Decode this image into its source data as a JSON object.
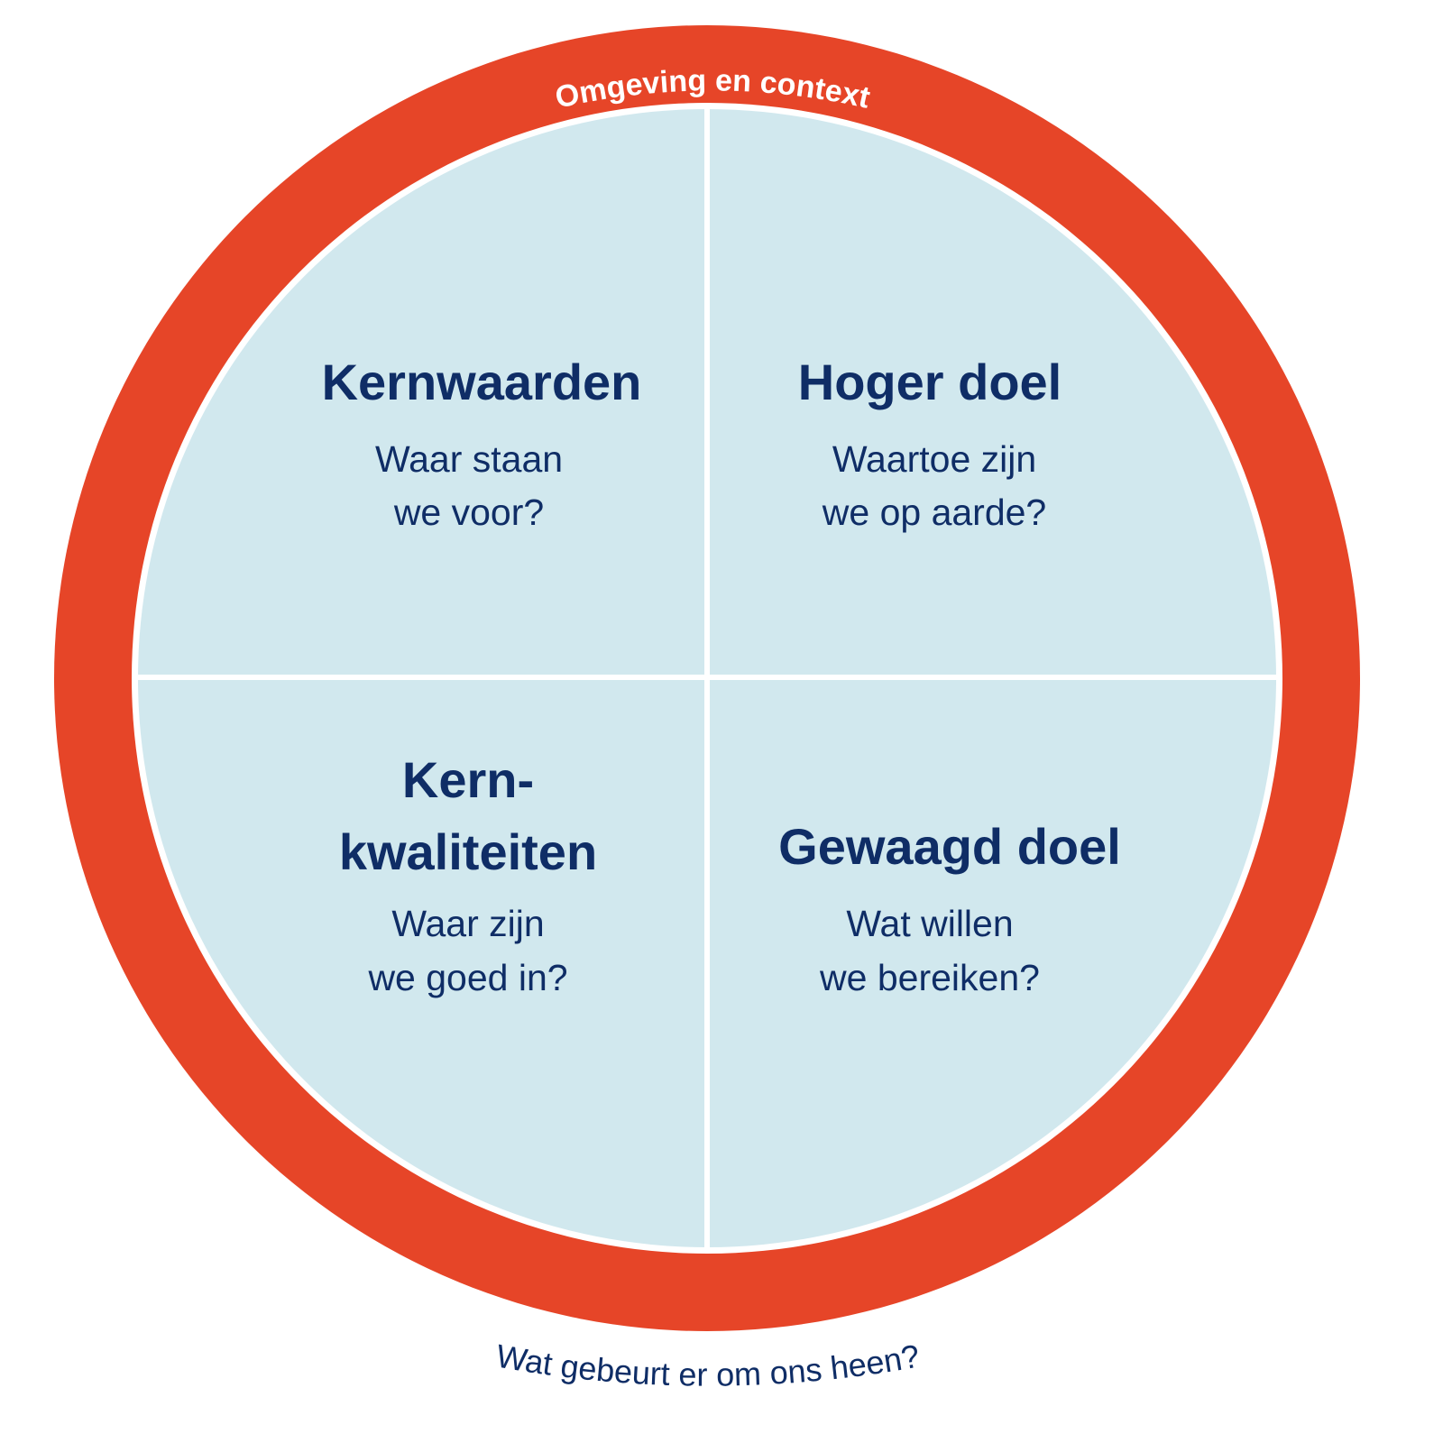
{
  "colors": {
    "ring": "#e64528",
    "inner": "#d1e8ee",
    "divider": "#ffffff",
    "text": "#0f2d66",
    "ring_text": "#ffffff"
  },
  "ring": {
    "label": "Omgeving en context",
    "question": "Wat gebeurt er om ons heen?"
  },
  "quadrants": [
    {
      "position": "top-left",
      "title_lines": [
        "Kernwaarden"
      ],
      "subtitle_lines": [
        "Waar staan",
        "we voor?"
      ]
    },
    {
      "position": "top-right",
      "title_lines": [
        "Hoger doel"
      ],
      "subtitle_lines": [
        "Waartoe zijn",
        "we op aarde?"
      ]
    },
    {
      "position": "bottom-left",
      "title_lines": [
        "Kern-",
        "kwaliteiten"
      ],
      "subtitle_lines": [
        "Waar zijn",
        "we goed in?"
      ]
    },
    {
      "position": "bottom-right",
      "title_lines": [
        "Gewaagd doel"
      ],
      "subtitle_lines": [
        "Wat willen",
        "we bereiken?"
      ]
    }
  ]
}
